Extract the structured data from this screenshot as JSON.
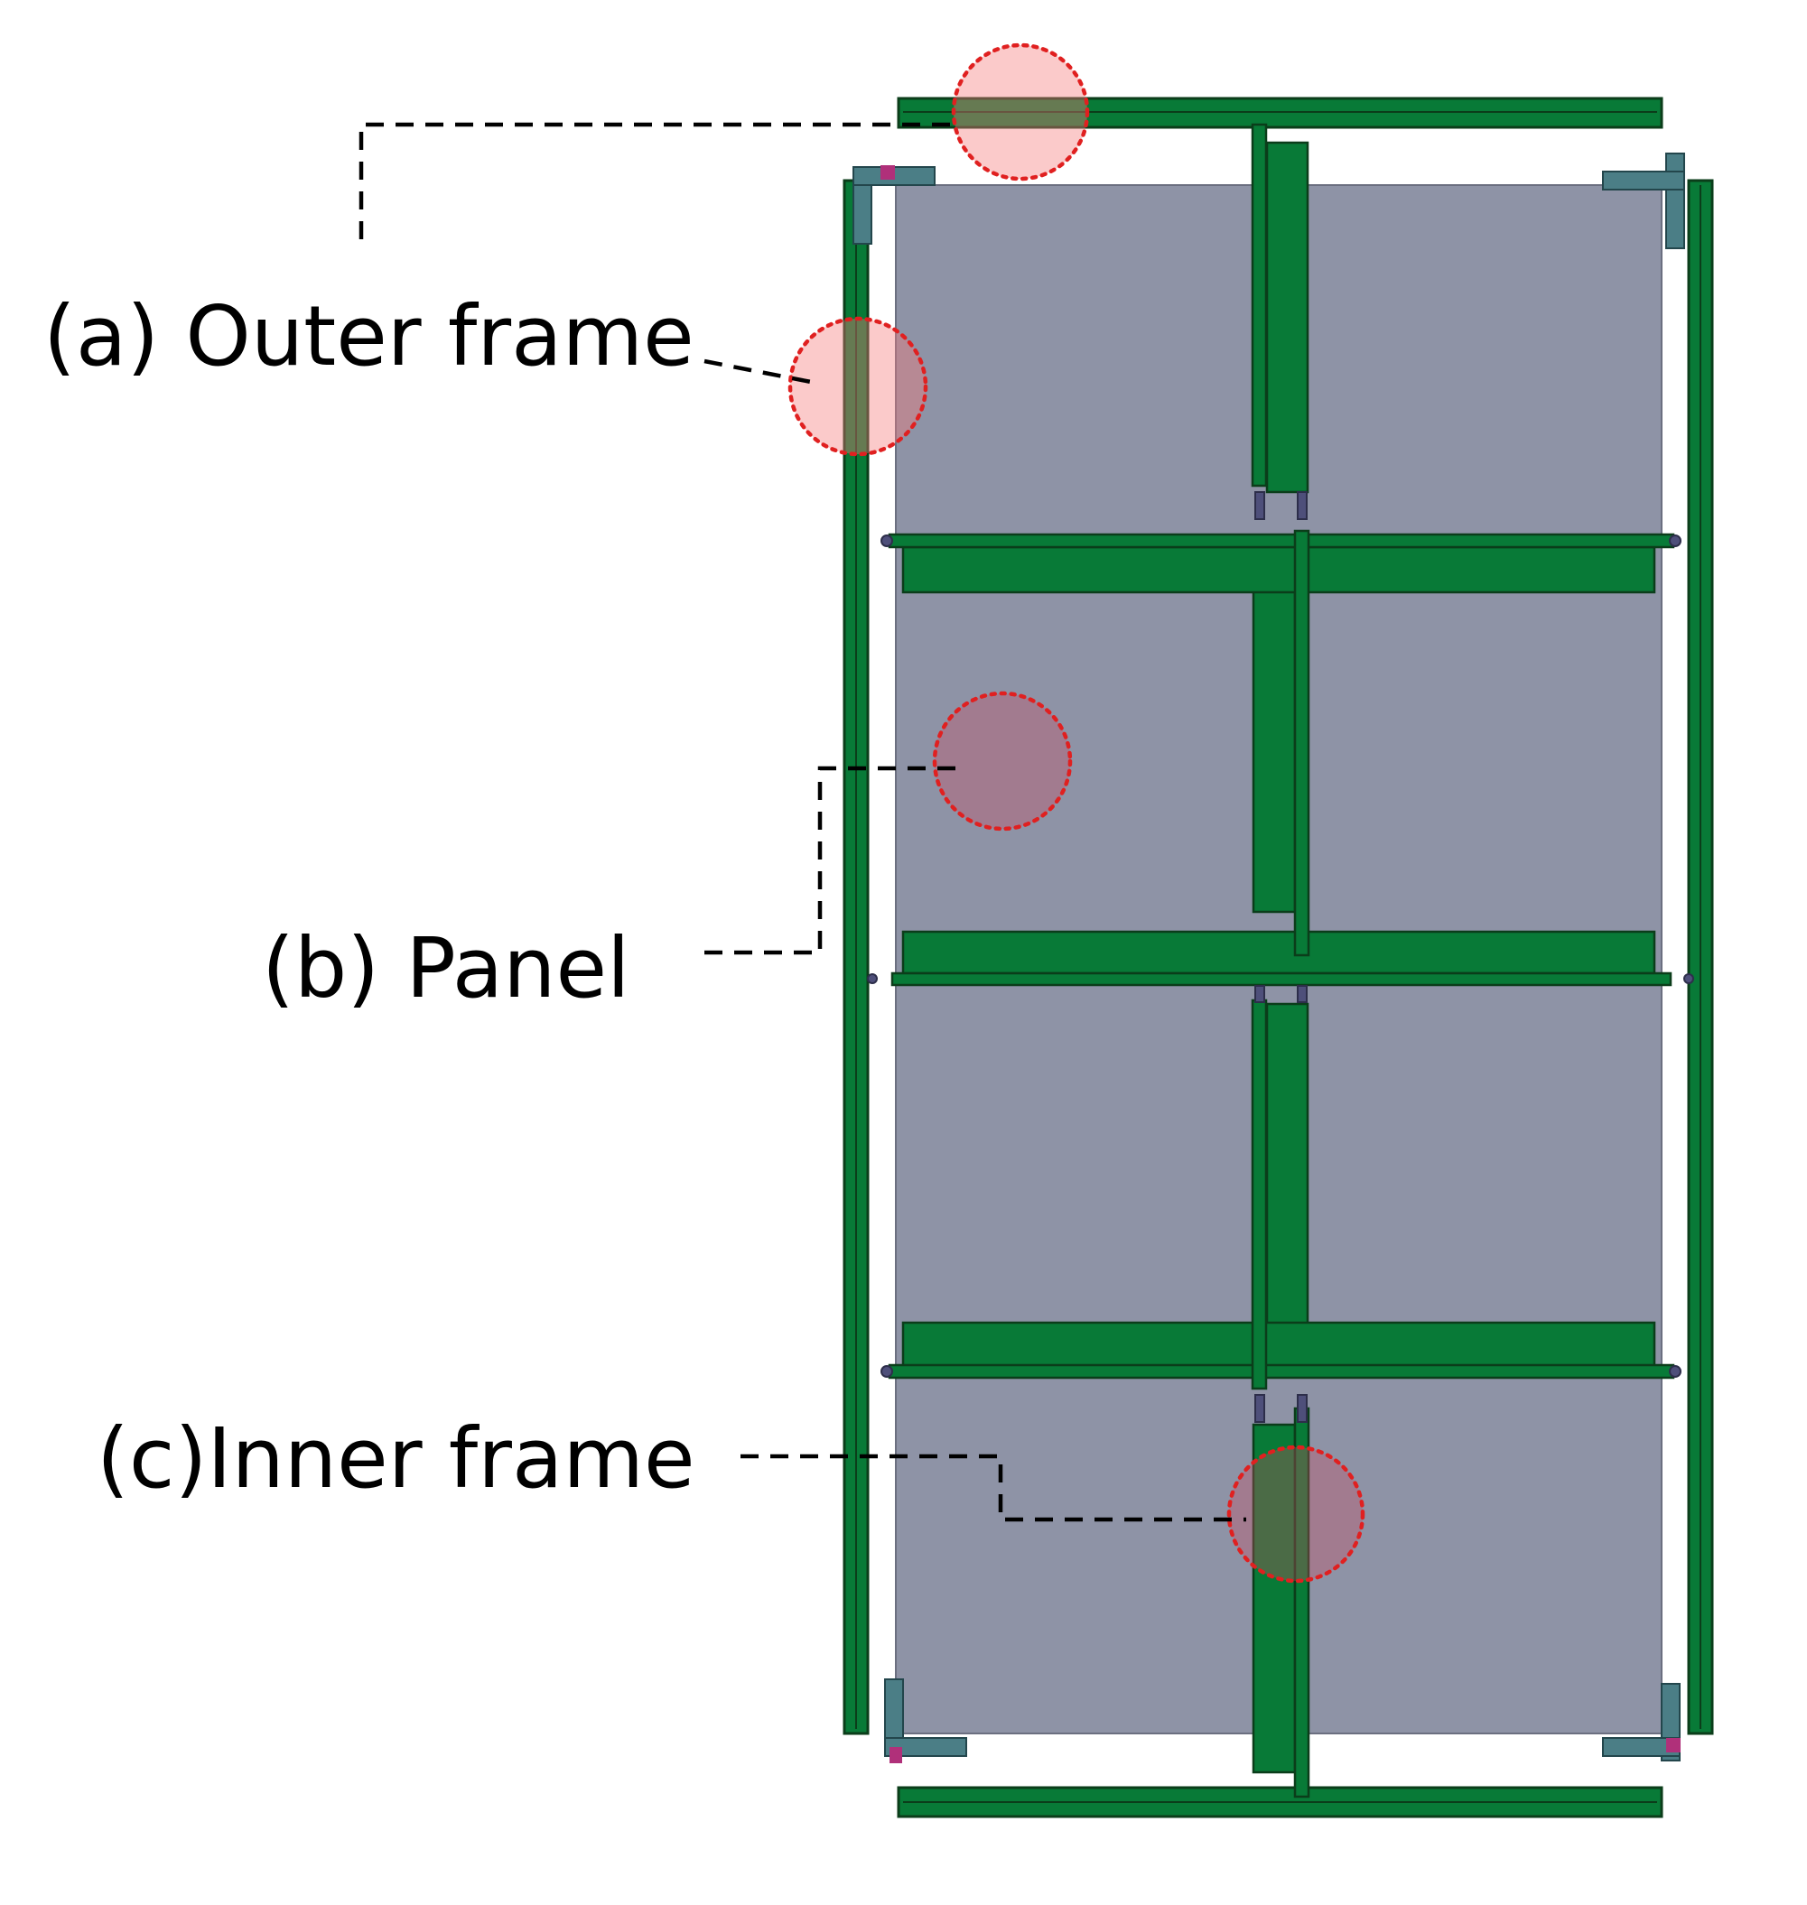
{
  "labels": {
    "outer_frame": "(a) Outer frame",
    "panel": "(b) Panel",
    "inner_frame": "(c)Inner frame"
  },
  "colors": {
    "frame_green": "#087A37",
    "frame_edge": "#0B3D1A",
    "panel_gray": "#8E93A6",
    "highlight_red": "#E02020",
    "highlight_fill": "#F47B7B",
    "bracket_teal": "#4B7E86",
    "bracket_magenta": "#B0307A"
  }
}
